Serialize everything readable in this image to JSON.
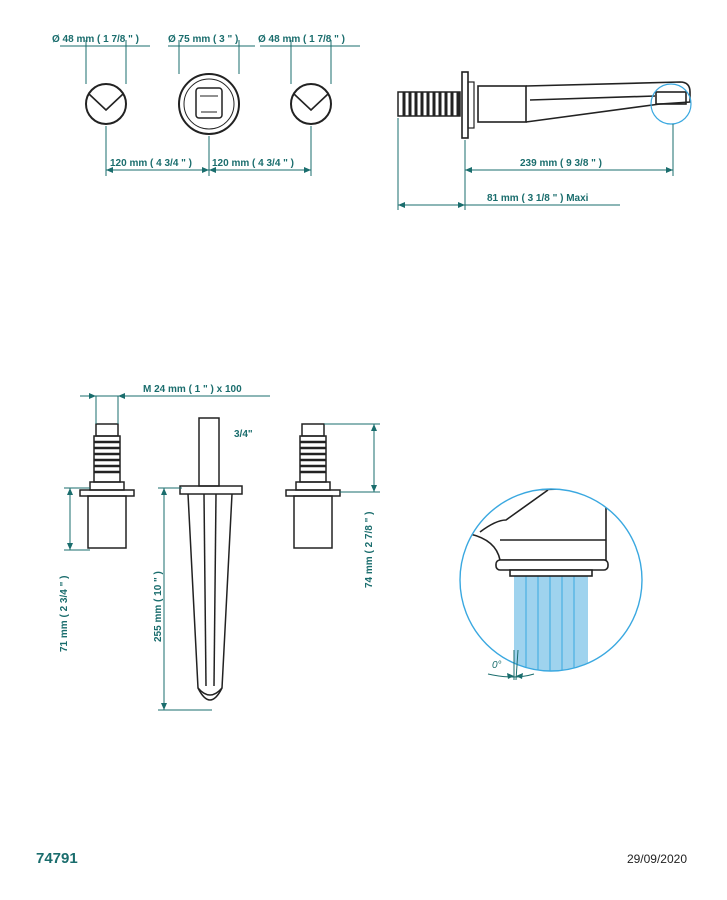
{
  "colors": {
    "dimension": "#1a6d6d",
    "outline": "#222222",
    "water": "#9fd3ee",
    "water_line": "#3aa8e0"
  },
  "top_view": {
    "dim_left_handle": "Ø 48 mm ( 1 7/8 \" )",
    "dim_spout": "Ø 75 mm ( 3 \" )",
    "dim_right_handle": "Ø 48 mm ( 1 7/8 \" )",
    "dim_spacing_left": "120 mm ( 4 3/4 \" )",
    "dim_spacing_right": "120 mm ( 4 3/4 \" )"
  },
  "side_view": {
    "dim_projection": "239 mm ( 9 3/8 \" )",
    "dim_wall_depth": "81 mm ( 3 1/8 \" ) Maxi"
  },
  "bodies_view": {
    "dim_thread": "M 24 mm ( 1 \" ) x 100",
    "label_connection": "3/4\"",
    "dim_valve_left": "71 mm ( 2 3/4 \" )",
    "dim_spout_length": "255 mm ( 10 \" )",
    "dim_valve_right": "74 mm ( 2 7/8 \" )"
  },
  "detail_view": {
    "angle_label": "0°"
  },
  "footer": {
    "product_code": "74791",
    "date": "29/09/2020"
  }
}
